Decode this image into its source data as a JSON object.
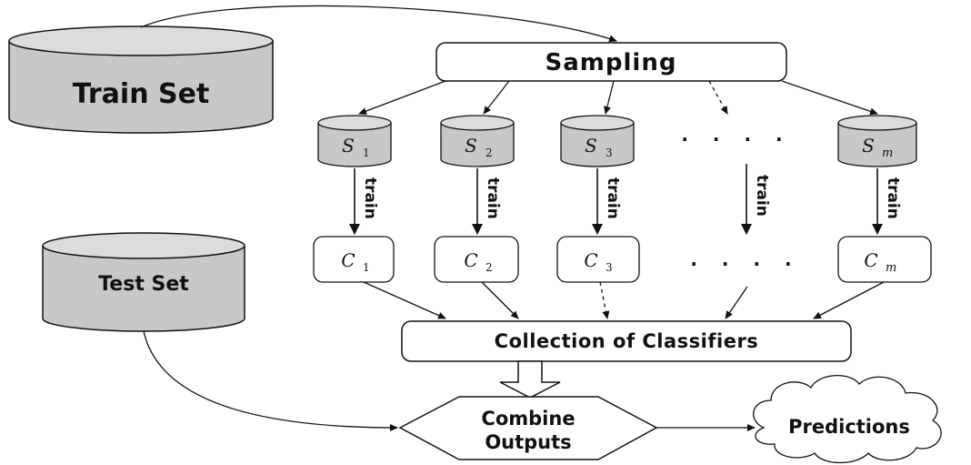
{
  "diagram": {
    "train_set": "Train Set",
    "test_set": "Test Set",
    "sampling": "Sampling",
    "collection": "Collection of Classifiers",
    "combine_line1": "Combine",
    "combine_line2": "Outputs",
    "predictions": "Predictions",
    "train_label": "train",
    "samples": [
      {
        "symbol": "S",
        "sub": "1"
      },
      {
        "symbol": "S",
        "sub": "2"
      },
      {
        "symbol": "S",
        "sub": "3"
      },
      {
        "symbol": "S",
        "sub": "m"
      }
    ],
    "classifiers": [
      {
        "symbol": "C",
        "sub": "1"
      },
      {
        "symbol": "C",
        "sub": "2"
      },
      {
        "symbol": "C",
        "sub": "3"
      },
      {
        "symbol": "C",
        "sub": "m"
      }
    ],
    "ellipsis": ". . . ."
  },
  "colors": {
    "cylinder_fill": "#c8c8c8",
    "cylinder_top": "#dcdcdc",
    "stroke": "#111111",
    "box_fill": "#ffffff"
  }
}
